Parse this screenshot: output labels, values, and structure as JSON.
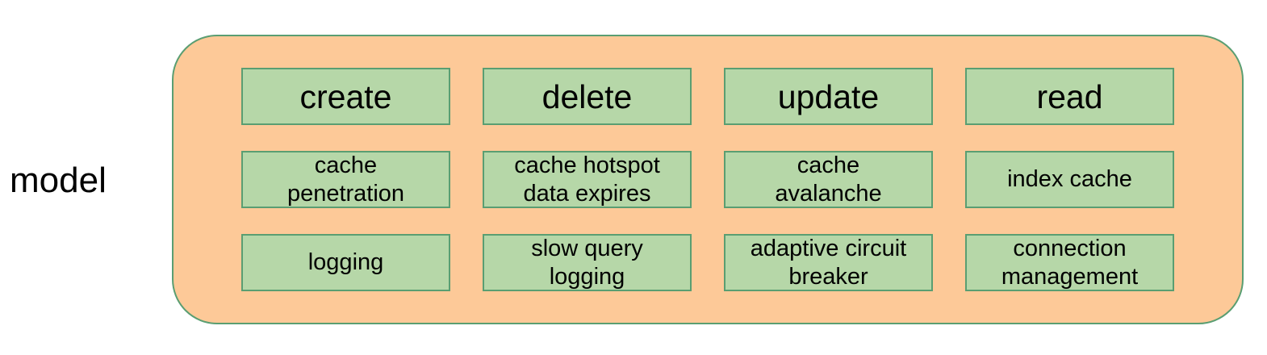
{
  "label": "model",
  "colors": {
    "container_fill": "#fdc998",
    "box_fill": "#b6d7a8",
    "border": "#5a9e72"
  },
  "rows": [
    [
      "create",
      "delete",
      "update",
      "read"
    ],
    [
      "cache\npenetration",
      "cache hotspot\ndata expires",
      "cache\navalanche",
      "index cache"
    ],
    [
      "logging",
      "slow query\nlogging",
      "adaptive circuit\nbreaker",
      "connection\nmanagement"
    ]
  ]
}
